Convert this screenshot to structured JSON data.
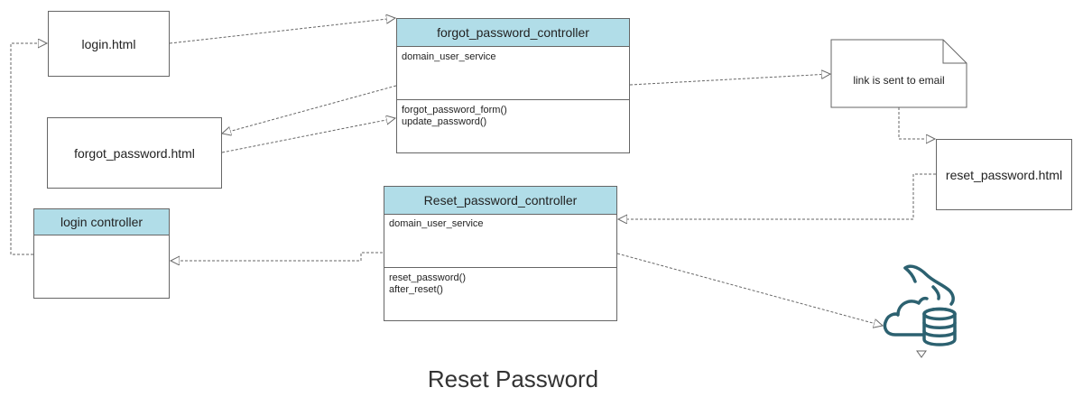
{
  "diagram": {
    "title": "Reset Password",
    "nodes": {
      "login_html": "login.html",
      "forgot_password_html": "forgot_password.html",
      "reset_password_html": "reset_password.html",
      "email_note": "link is sent to email"
    },
    "classes": {
      "forgot_password_controller": {
        "name": "forgot_password_controller",
        "attributes": [
          "domain_user_service"
        ],
        "methods": [
          "forgot_password_form()",
          "update_password()"
        ]
      },
      "reset_password_controller": {
        "name": "Reset_password_controller",
        "attributes": [
          "domain_user_service"
        ],
        "methods": [
          "reset_password()",
          "after_reset()"
        ]
      },
      "login_controller": {
        "name": "login controller"
      }
    },
    "database_icon": "mysql-cloud-database-icon"
  },
  "colors": {
    "class_header": "#b1dde8",
    "border": "#666666",
    "icon": "#2c6170"
  }
}
